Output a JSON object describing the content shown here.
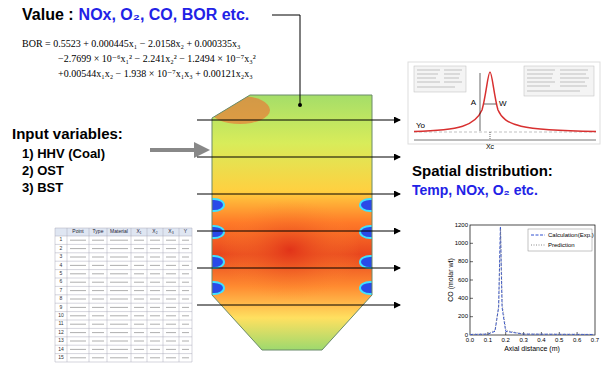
{
  "diagram": {
    "labels": [
      "Value :",
      "NOx, O₂, CO, BOR etc.",
      "BOR = 0.5523 + 0.000445x₁ − 2.0158x₂ + 0.000335x₃",
      "−2.7699 × 10⁻⁶x₁² − 2.241x₂² − 1.2494 × 10⁻⁷x₃²",
      "+0.00544x₁x₂ − 1.938 × 10⁻⁷x₁x₃ + 0.00121x₂x₃",
      "Input variables:",
      "1) HHV (Coal)",
      "2) OST",
      "3) BST",
      "Spatial distribution:",
      "Temp, NOx, O₂ etc.",
      "A",
      "W",
      "Yo",
      "Xc",
      "0",
      "200",
      "400",
      "600",
      "800",
      "1000",
      "1200",
      "0.0",
      "0.1",
      "0.2",
      "0.3",
      "0.4",
      "0.5",
      "0.6",
      "0.7",
      "Axial distance (m)",
      "CO (molar wt)",
      "Point",
      "Type",
      "Material",
      "X₁",
      "X₂",
      "X₃",
      "Y",
      "1",
      "2",
      "3",
      "4",
      "5",
      "6",
      "7",
      "8",
      "9",
      "10",
      "11",
      "12",
      "13",
      "14",
      "15"
    ],
    "legend": [
      {
        "text": "Calculation(Exp.)"
      },
      {
        "text": "Prediction"
      }
    ]
  }
}
